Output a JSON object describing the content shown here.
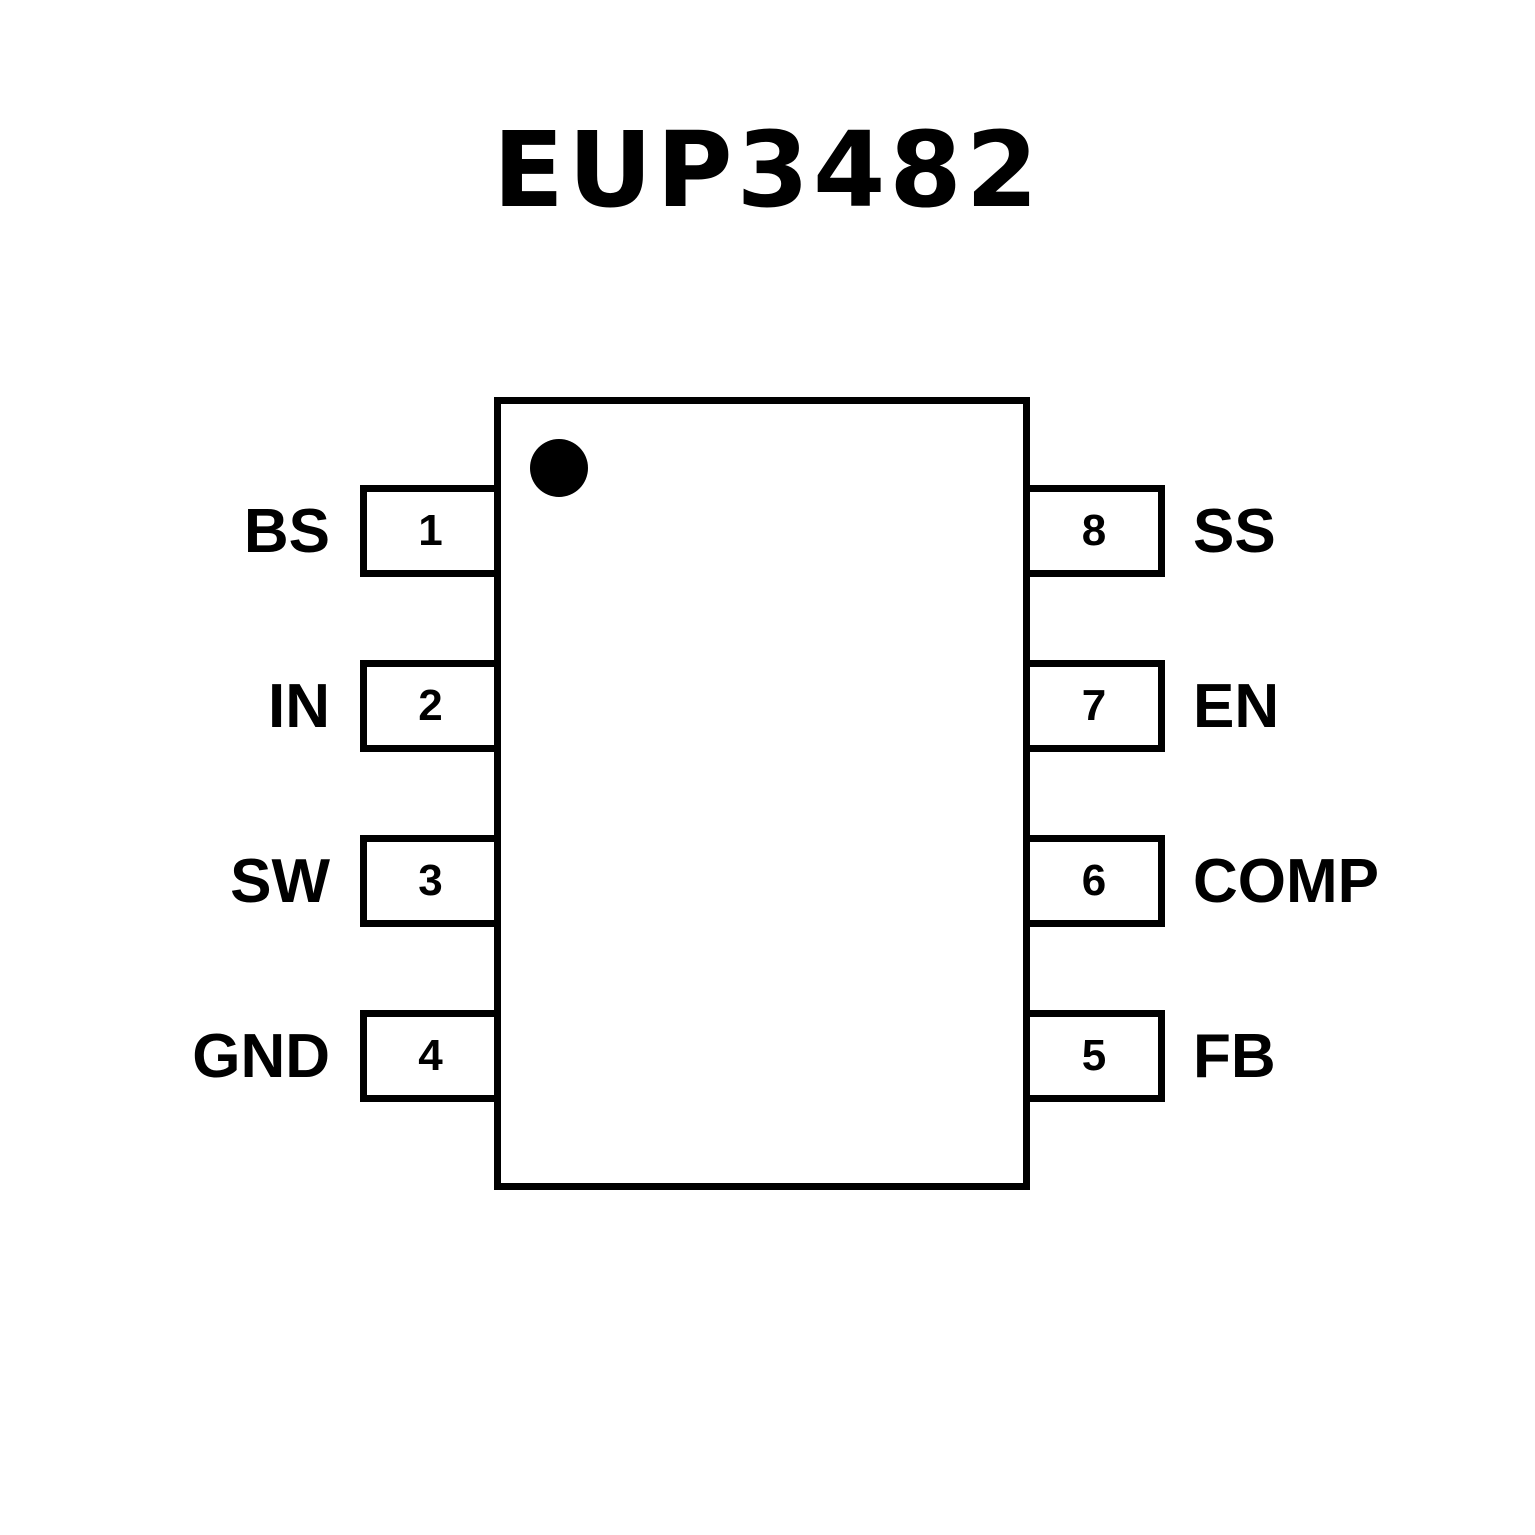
{
  "title": "EUP3482",
  "package": {
    "pin1_marker": "dot-icon",
    "left_pins": [
      {
        "number": "1",
        "name": "BS"
      },
      {
        "number": "2",
        "name": "IN"
      },
      {
        "number": "3",
        "name": "SW"
      },
      {
        "number": "4",
        "name": "GND"
      }
    ],
    "right_pins": [
      {
        "number": "8",
        "name": "SS"
      },
      {
        "number": "7",
        "name": "EN"
      },
      {
        "number": "6",
        "name": "COMP"
      },
      {
        "number": "5",
        "name": "FB"
      }
    ]
  }
}
